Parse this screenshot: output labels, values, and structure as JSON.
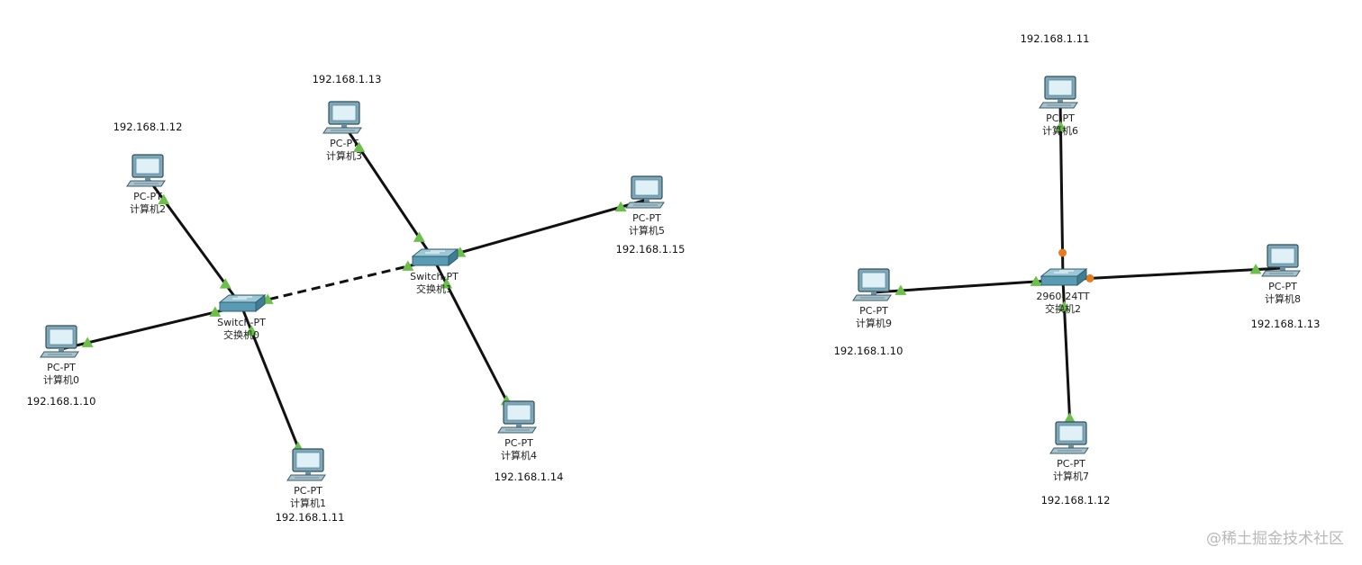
{
  "devices": [
    {
      "id": "pc0",
      "type": "pc",
      "model": "PC-PT",
      "name": "计算机0",
      "ip": "192.168.1.10"
    },
    {
      "id": "pc1",
      "type": "pc",
      "model": "PC-PT",
      "name": "计算机1",
      "ip": "192.168.1.11"
    },
    {
      "id": "pc2",
      "type": "pc",
      "model": "PC-PT",
      "name": "计算机2",
      "ip": "192.168.1.12"
    },
    {
      "id": "pc3",
      "type": "pc",
      "model": "PC-PT",
      "name": "计算机3",
      "ip": "192.168.1.13"
    },
    {
      "id": "pc4",
      "type": "pc",
      "model": "PC-PT",
      "name": "计算机4",
      "ip": "192.168.1.14"
    },
    {
      "id": "pc5",
      "type": "pc",
      "model": "PC-PT",
      "name": "计算机5",
      "ip": "192.168.1.15"
    },
    {
      "id": "pc6",
      "type": "pc",
      "model": "PC-PT",
      "name": "计算机6",
      "ip": "192.168.1.11"
    },
    {
      "id": "pc7",
      "type": "pc",
      "model": "PC-PT",
      "name": "计算机7",
      "ip": "192.168.1.12"
    },
    {
      "id": "pc8",
      "type": "pc",
      "model": "PC-PT",
      "name": "计算机8",
      "ip": "192.168.1.13"
    },
    {
      "id": "pc9",
      "type": "pc",
      "model": "PC-PT",
      "name": "计算机9",
      "ip": "192.168.1.10"
    },
    {
      "id": "sw0",
      "type": "switch",
      "model": "Switch-PT",
      "name": "交换机0"
    },
    {
      "id": "sw1",
      "type": "switch",
      "model": "Switch-PT",
      "name": "交换机1"
    },
    {
      "id": "sw2",
      "type": "switch",
      "model": "2960-24TT",
      "name": "交换机2"
    }
  ],
  "links": [
    {
      "from": "pc2",
      "to": "sw0",
      "style": "solid",
      "from_status": "up",
      "to_status": "up"
    },
    {
      "from": "pc0",
      "to": "sw0",
      "style": "solid",
      "from_status": "up",
      "to_status": "up"
    },
    {
      "from": "pc1",
      "to": "sw0",
      "style": "solid",
      "from_status": "up",
      "to_status": "up"
    },
    {
      "from": "sw0",
      "to": "sw1",
      "style": "dashed",
      "from_status": "up",
      "to_status": "up"
    },
    {
      "from": "pc3",
      "to": "sw1",
      "style": "solid",
      "from_status": "up",
      "to_status": "up"
    },
    {
      "from": "pc5",
      "to": "sw1",
      "style": "solid",
      "from_status": "up",
      "to_status": "up"
    },
    {
      "from": "pc4",
      "to": "sw1",
      "style": "solid",
      "from_status": "up",
      "to_status": "up"
    },
    {
      "from": "pc6",
      "to": "sw2",
      "style": "solid",
      "from_status": "up",
      "to_status": "blocking"
    },
    {
      "from": "pc9",
      "to": "sw2",
      "style": "solid",
      "from_status": "up",
      "to_status": "up"
    },
    {
      "from": "pc8",
      "to": "sw2",
      "style": "solid",
      "from_status": "up",
      "to_status": "blocking"
    },
    {
      "from": "pc7",
      "to": "sw2",
      "style": "solid",
      "from_status": "up",
      "to_status": "up"
    }
  ],
  "colors": {
    "link": "#111111",
    "status_up": "#6cbf4a",
    "status_blocking": "#e87b1e",
    "device_fill": "#5a9bb4"
  },
  "watermark": "@稀土掘金技术社区"
}
